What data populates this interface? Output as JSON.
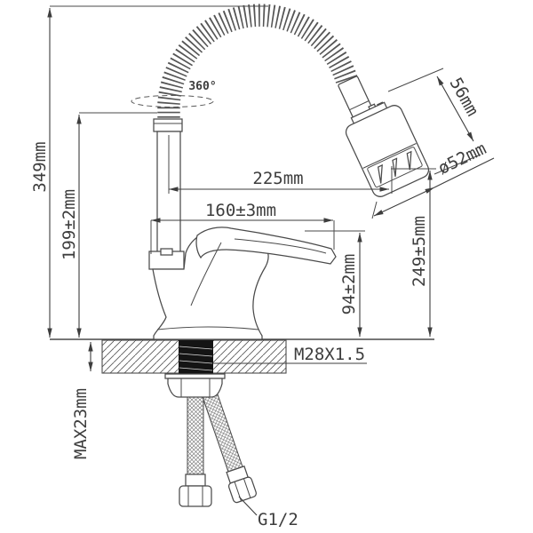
{
  "drawing": {
    "title": "kitchen-faucet-installation-dimensions",
    "colors": {
      "line": "#4a4a4a",
      "dimension": "#3d3d3d",
      "thread_shank": "#141414",
      "background": "#ffffff"
    },
    "labels": {
      "overall_height": "349mm",
      "column_height": "199±2mm",
      "deck_max_thickness": "MAX23mm",
      "head_reach": "225mm",
      "handle_reach": "160±3mm",
      "handle_height": "94±2mm",
      "outlet_height": "249±5mm",
      "head_length": "56mm",
      "head_diameter": "ø52mm",
      "mount_thread": "M28X1.5",
      "supply_thread": "G1/2",
      "swivel_angle": "360°"
    }
  }
}
